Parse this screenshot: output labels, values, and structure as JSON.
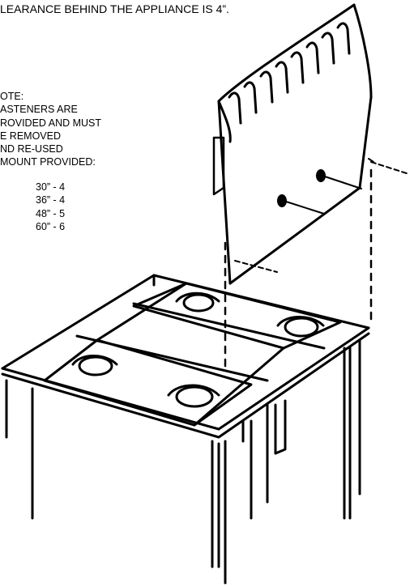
{
  "header": {
    "text": "LEARANCE BEHIND THE APPLIANCE IS 4”."
  },
  "note": {
    "lines": [
      "OTE:",
      "ASTENERS ARE",
      "ROVIDED AND MUST",
      "E REMOVED",
      "ND RE-USED",
      "MOUNT PROVIDED:"
    ],
    "quantities": [
      "30” - 4",
      "36” - 4",
      "48” - 5",
      "60” - 6"
    ]
  }
}
